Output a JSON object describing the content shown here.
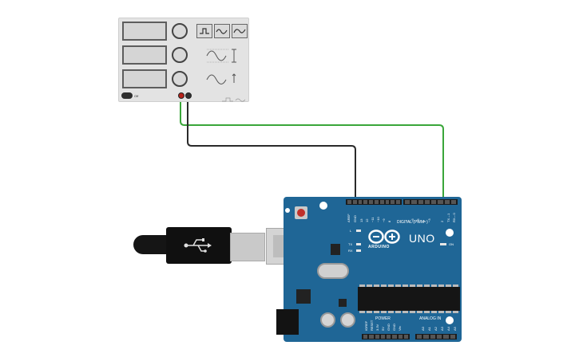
{
  "function_generator": {
    "power_label": "Off",
    "colors": {
      "body": "#e3e3e3",
      "lcd": "#d5d5d5",
      "terminal_positive": "#b8221a",
      "terminal_negative": "#333333"
    },
    "waveform_buttons": [
      "square-wave-icon",
      "triangle-wave-icon",
      "sine-wave-icon"
    ],
    "knobs": [
      "frequency-knob",
      "amplitude-knob",
      "offset-knob"
    ]
  },
  "wires": {
    "green": "#3aa63a",
    "black": "#2a2a2a"
  },
  "arduino": {
    "model": "UNO",
    "brand": "ARDUINO",
    "on_label": "ON",
    "digital_label": "DIGITAL (PWM~)",
    "power_label": "POWER",
    "analog_label": "ANALOG IN",
    "tx": "TX",
    "rx": "RX",
    "l": "L",
    "top_pins": [
      "AREF",
      "GND",
      "13",
      "12",
      "~11",
      "~10",
      "~9",
      "8",
      "7",
      "~6",
      "~5",
      "4",
      "~3",
      "2",
      "TX→1",
      "RX←0"
    ],
    "power_pins": [
      "IOREF",
      "RESET",
      "3.3V",
      "5V",
      "GND",
      "GND",
      "Vin"
    ],
    "analog_pins": [
      "A0",
      "A1",
      "A2",
      "A3",
      "A4",
      "A5"
    ],
    "colors": {
      "board": "#1f6696"
    }
  }
}
